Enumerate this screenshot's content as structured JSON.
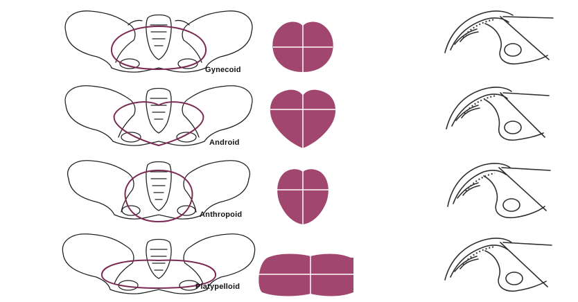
{
  "pelvis_types": [
    {
      "label": "Gynecoid"
    },
    {
      "label": "Android"
    },
    {
      "label": "Anthropoid"
    },
    {
      "label": "Platypelloid"
    }
  ],
  "colors": {
    "inlet_fill": "#a1466e",
    "inlet_outline": "#7a2a52",
    "divider": "#ffffff",
    "line_art": "#222222"
  }
}
